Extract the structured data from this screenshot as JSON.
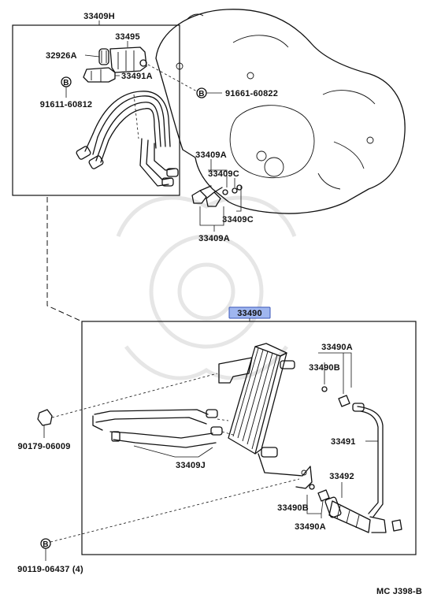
{
  "labels": {
    "p33409H": "33409H",
    "p33495": "33495",
    "p32926A": "32926A",
    "p33491A": "33491A",
    "p91611": "91611-60812",
    "p91661": "91661-60822",
    "p33409A_top": "33409A",
    "p33409C_top": "33409C",
    "p33409C_bot": "33409C",
    "p33409A_bot": "33409A",
    "p33490": "33490",
    "p33490A_top": "33490A",
    "p33490B_top": "33490B",
    "p90179": "90179-06009",
    "p33491": "33491",
    "p33409J": "33409J",
    "p33492": "33492",
    "p33490B_bot": "33490B",
    "p33490A_bot": "33490A",
    "p90119": "90119-06437 (4)",
    "footer": "MC J398-B"
  },
  "markers": {
    "bolt_marker": "B"
  },
  "colors": {
    "highlight": "#9fb6ef",
    "line": "#111111"
  }
}
